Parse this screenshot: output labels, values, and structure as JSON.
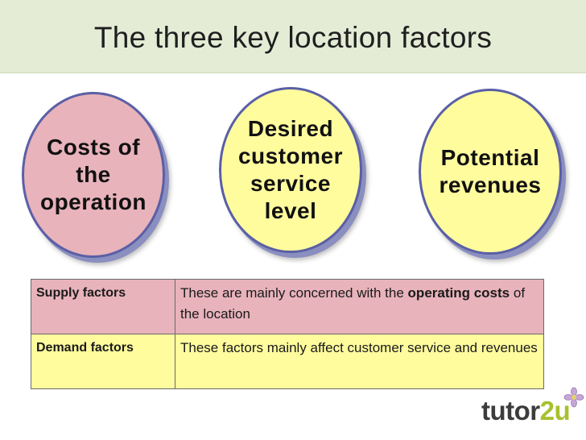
{
  "title": "The three key location factors",
  "circles": {
    "costs": {
      "label": "Costs of\nthe\noperation",
      "color": "#e8b3bb"
    },
    "service": {
      "label": "Desired\ncustomer\nservice\nlevel",
      "color": "#fffc9e"
    },
    "revenues": {
      "label": "Potential\nrevenues",
      "color": "#fffc9e"
    }
  },
  "table": {
    "supply": {
      "label": "Supply factors",
      "text_pre": "These are mainly concerned with the ",
      "text_bold": "operating costs",
      "text_post": " of the location"
    },
    "demand": {
      "label": "Demand factors",
      "text": "These factors mainly affect customer service and revenues"
    }
  },
  "logo": {
    "text_main": "tutor",
    "text_accent": "2u",
    "accent_color": "#a7c12e",
    "flower_icon": "flower-icon"
  }
}
